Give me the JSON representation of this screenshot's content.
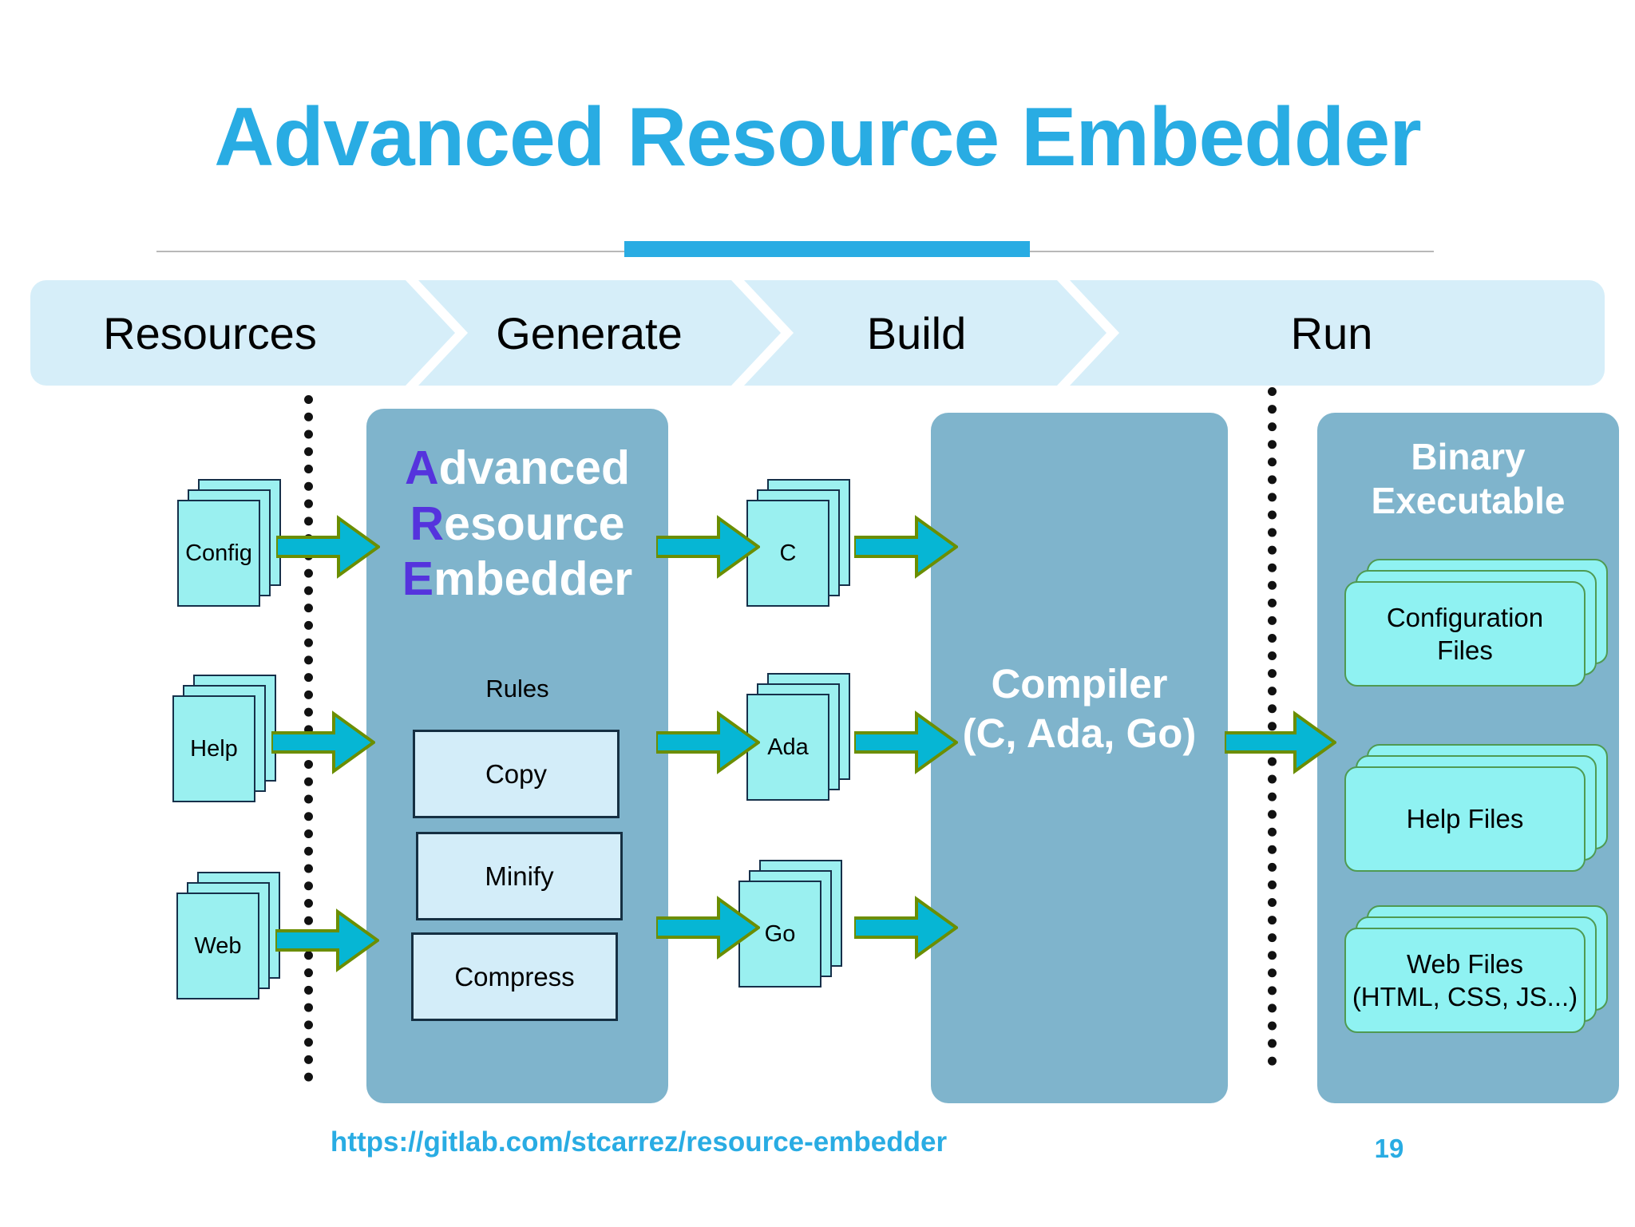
{
  "slide": {
    "title": "Advanced Resource Embedder",
    "footer_url": "https://gitlab.com/stcarrez/resource-embedder",
    "page_number": "19"
  },
  "banner": {
    "stages": [
      {
        "label": "Resources"
      },
      {
        "label": "Generate"
      },
      {
        "label": "Build"
      },
      {
        "label": "Run"
      }
    ]
  },
  "resources": {
    "items": [
      {
        "label": "Config"
      },
      {
        "label": "Help"
      },
      {
        "label": "Web"
      }
    ]
  },
  "generate": {
    "acronym": [
      {
        "cap": "A",
        "rest": "dvanced"
      },
      {
        "cap": "R",
        "rest": "esource"
      },
      {
        "cap": "E",
        "rest": "mbedder"
      }
    ],
    "rules_label": "Rules",
    "rules": [
      {
        "label": "Copy"
      },
      {
        "label": "Minify"
      },
      {
        "label": "Compress"
      }
    ]
  },
  "outputs": {
    "items": [
      {
        "label": "C"
      },
      {
        "label": "Ada"
      },
      {
        "label": "Go"
      }
    ]
  },
  "build": {
    "line1": "Compiler",
    "line2": "(C, Ada, Go)"
  },
  "run": {
    "title_line1": "Binary",
    "title_line2": "Executable",
    "cards": [
      {
        "line1": "Configuration",
        "line2": "Files"
      },
      {
        "line1": "Help Files",
        "line2": ""
      },
      {
        "line1": "Web Files",
        "line2": "(HTML, CSS, JS...)"
      }
    ]
  },
  "colors": {
    "title": "#29ace3",
    "banner": "#d6eef9",
    "panel": "#7fb4cc",
    "arrow_fill": "#06b6d4",
    "arrow_stroke": "#6b8e00",
    "acronym_cap": "#5533dd",
    "card_fill": "#9af0f0",
    "card_border_navy": "#16304a",
    "card_border_green": "#4f9a52",
    "rule_fill": "#d3edf9"
  }
}
